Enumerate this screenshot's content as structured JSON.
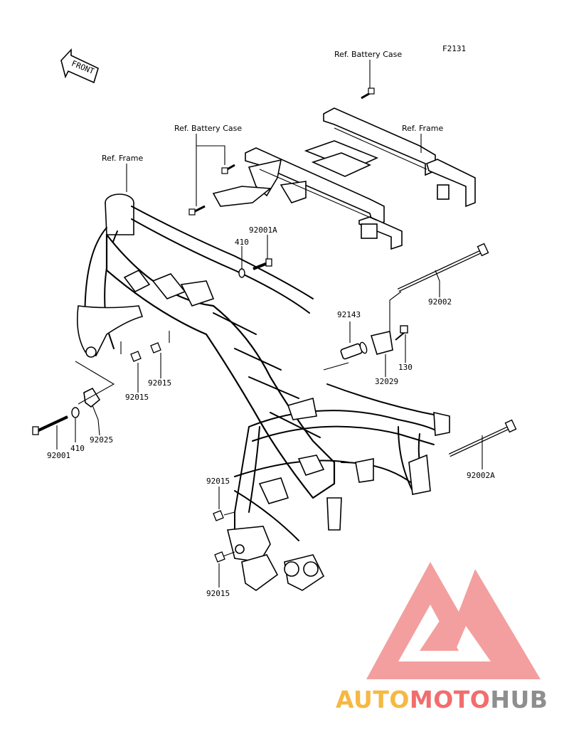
{
  "figure_code": "F2131",
  "front_arrow_label": "FRONT",
  "refs": {
    "battery_case_top": "Ref. Battery Case",
    "battery_case_left": "Ref. Battery Case",
    "frame_right": "Ref. Frame",
    "frame_left": "Ref. Frame"
  },
  "part_labels": {
    "p92001A": "92001A",
    "p410_upper": "410",
    "p92002": "92002",
    "p92143": "92143",
    "p130": "130",
    "p32029": "32029",
    "p92015_a": "92015",
    "p92015_b": "92015",
    "p92025": "92025",
    "p92001": "92001",
    "p410_lower": "410",
    "p92002A": "92002A",
    "p92015_c": "92015",
    "p92015_d": "92015"
  },
  "watermark": {
    "part1": "AUTO",
    "part2": "MOTO",
    "part3": "HUB",
    "color_orange": "#f5b942",
    "color_red": "#f26d6d",
    "color_gray": "#8e8e8e"
  }
}
